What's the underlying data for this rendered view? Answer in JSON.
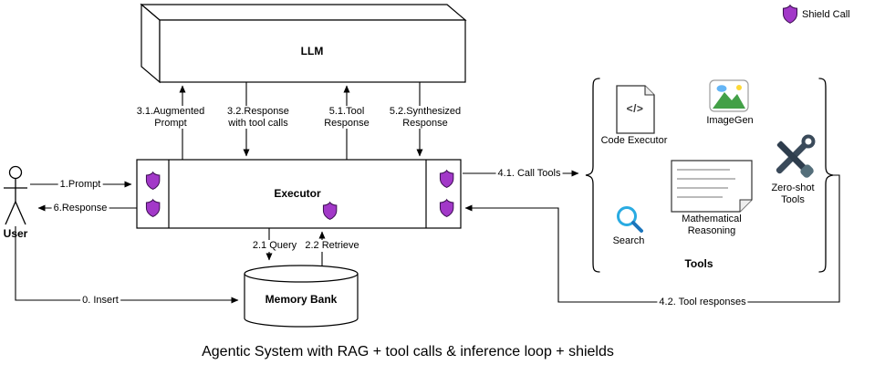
{
  "title": "Agentic System with RAG + tool calls & inference loop + shields",
  "legend": {
    "shield_call": "Shield Call"
  },
  "nodes": {
    "llm": "LLM",
    "executor": "Executor",
    "memory_bank": "Memory Bank",
    "user": "User"
  },
  "tools": {
    "group_label": "Tools",
    "code_executor": {
      "label": "Code Executor",
      "glyph": "</>"
    },
    "imagegen": {
      "label": "ImageGen"
    },
    "search": {
      "label": "Search"
    },
    "math_reasoning": {
      "label": "Mathematical Reasoning"
    },
    "zero_shot": {
      "label": "Zero-shot Tools"
    }
  },
  "edges": {
    "prompt": "1.Prompt",
    "response": "6.Response",
    "insert": "0. Insert",
    "augmented_prompt": "3.1.Augmented Prompt",
    "response_with_tool_calls": "3.2.Response with tool calls",
    "tool_response": "5.1.Tool Response",
    "synthesized_response": "5.2.Synthesized Response",
    "query": "2.1 Query",
    "retrieve": "2.2 Retrieve",
    "call_tools": "4.1. Call Tools",
    "tool_responses": "4.2. Tool responses"
  },
  "colors": {
    "shield_fill": "#a238c8",
    "shield_stroke": "#3d1053",
    "line": "#000000",
    "search_icon": "#29abe2",
    "imagegen_green": "#43a047",
    "imagegen_blue": "#64b5f6",
    "tools_dark": "#37474f"
  }
}
